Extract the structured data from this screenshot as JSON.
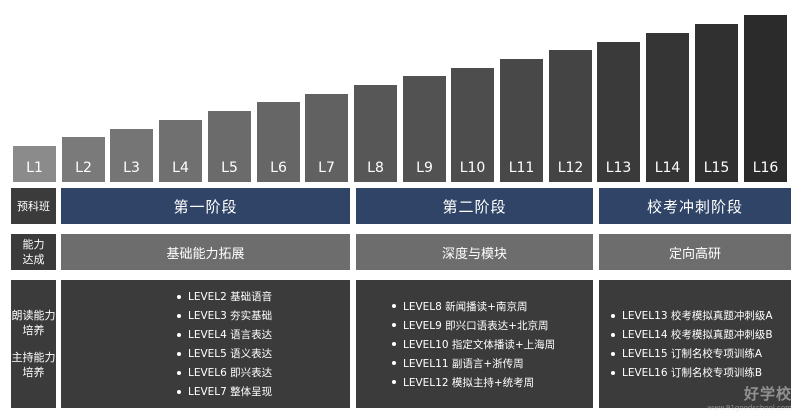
{
  "levels": [
    {
      "label": "L1",
      "level": 1,
      "color": "#8b8b8b"
    },
    {
      "label": "L2",
      "level": 2,
      "color": "#7a7a7a"
    },
    {
      "label": "L3",
      "level": 3,
      "color": "#757575"
    },
    {
      "label": "L4",
      "level": 4,
      "color": "#707070"
    },
    {
      "label": "L5",
      "level": 5,
      "color": "#6b6b6b"
    },
    {
      "label": "L6",
      "level": 6,
      "color": "#666666"
    },
    {
      "label": "L7",
      "level": 7,
      "color": "#616161"
    },
    {
      "label": "L8",
      "level": 8,
      "color": "#575757"
    },
    {
      "label": "L9",
      "level": 9,
      "color": "#525252"
    },
    {
      "label": "L10",
      "level": 10,
      "color": "#4d4d4d"
    },
    {
      "label": "L11",
      "level": 11,
      "color": "#484848"
    },
    {
      "label": "L12",
      "level": 12,
      "color": "#444444"
    },
    {
      "label": "L13",
      "level": 13,
      "color": "#3a3a3a"
    },
    {
      "label": "L14",
      "level": 14,
      "color": "#353535"
    },
    {
      "label": "L15",
      "level": 15,
      "color": "#303030"
    },
    {
      "label": "L16",
      "level": 16,
      "color": "#2b2b2b"
    }
  ],
  "row_labels": {
    "prep": "预科班",
    "ability": "能力达成",
    "reading": "朗读能力培养",
    "hosting": "主持能力培养"
  },
  "stages": [
    "第一阶段",
    "第二阶段",
    "校考冲刺阶段"
  ],
  "abilities": [
    "基础能力拓展",
    "深度与模块",
    "定向高研"
  ],
  "contents": [
    [
      "LEVEL2 基础语音",
      "LEVEL3 夯实基础",
      "LEVEL4 语言表达",
      "LEVEL5 语义表达",
      "LEVEL6 即兴表达",
      "LEVEL7 整体呈现"
    ],
    [
      "LEVEL8 新闻播读+南京周",
      "LEVEL9 即兴口语表达+北京周",
      "LEVEL10 指定文体播读+上海周",
      "LEVEL11 副语言+浙传周",
      "LEVEL12 模拟主持+统考周"
    ],
    [
      "LEVEL13 校考模拟真题冲刺级A",
      "LEVEL14 校考模拟真题冲刺级B",
      "LEVEL15 订制名校专项训练A",
      "LEVEL16 订制名校专项训练B"
    ]
  ],
  "colors": {
    "stage": "#2f4466",
    "ability": "#6d6d6d",
    "content": "#3b3b3b",
    "row_label": "#3b3b3b"
  },
  "watermark": {
    "logo": "好学校",
    "url": "www.91goodschool.com"
  }
}
